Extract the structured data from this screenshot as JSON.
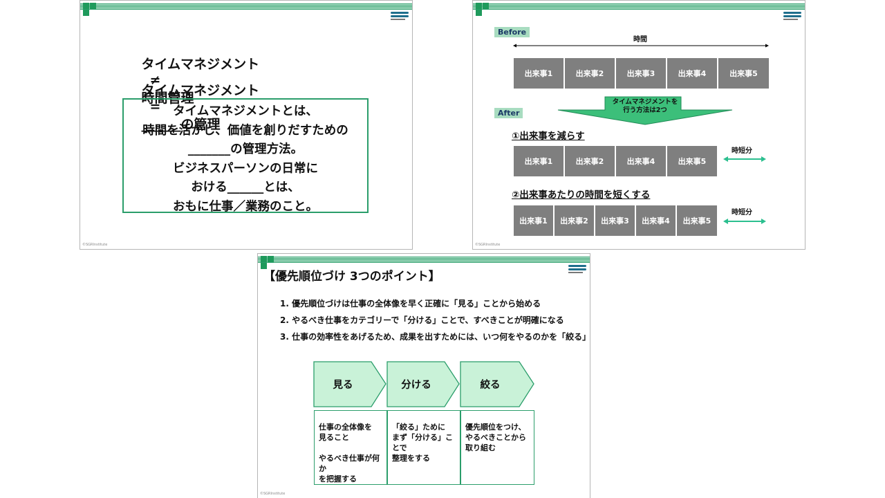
{
  "slide1": {
    "line1_left": "タイムマネジメント",
    "line1_symbol": "≠",
    "line1_right": "時間管理",
    "line2_left": "タイムマネジメント",
    "line2_symbol": "=",
    "line2_right": "______の管理",
    "box_lines": [
      "タイムマネジメントとは、",
      "時間を活かし、価値を創りだすための",
      "_______の管理方法。",
      "ビジネスパーソンの日常に",
      "おける______とは、",
      "おもに仕事／業務のこと。"
    ],
    "copyright": "©SGRInstitute"
  },
  "slide2": {
    "before_label": "Before",
    "time_label": "時間",
    "before_events": [
      "出来事1",
      "出来事2",
      "出来事3",
      "出来事4",
      "出来事5"
    ],
    "arrow_text_1": "タイムマネジメントを",
    "arrow_text_2": "行う方法は2つ",
    "after_label": "After",
    "method1_heading": "①出来事を減らす",
    "method1_events": [
      "出来事1",
      "出来事2",
      "出来事4",
      "出来事5"
    ],
    "saved_label_1": "時短分",
    "method2_heading": "②出来事あたりの時間を短くする",
    "method2_events": [
      "出来事1",
      "出来事2",
      "出来事3",
      "出来事4",
      "出来事5"
    ],
    "saved_label_2": "時短分",
    "copyright": "©SGRInstitute"
  },
  "slide3": {
    "title": "【優先順位づけ 3つのポイント】",
    "points": [
      "1.  優先順位づけは仕事の全体像を早く正確に「見る」ことから始める",
      "2.  やるべき仕事をカテゴリーで「分ける」ことで、すべきことが明確になる",
      "3.  仕事の効率性をあげるため、成果を出すためには、いつ何をやるのかを「絞る」"
    ],
    "steps": [
      "見る",
      "分ける",
      "絞る"
    ],
    "descriptions": [
      "仕事の全体像を\n見ること\n\nやるべき仕事が何か\nを把握する",
      "「絞る」ために\nまず「分ける」ことで\n整理をする",
      "優先順位をつけ、\nやるべきことから\n取り組む"
    ],
    "copyright": "©SGRInstitute"
  },
  "colors": {
    "accent_green": "#2a9d6a",
    "step_fill": "#c9f2d8",
    "event_gray": "#7f7f7f",
    "double_arrow": "#2bbf8f"
  }
}
